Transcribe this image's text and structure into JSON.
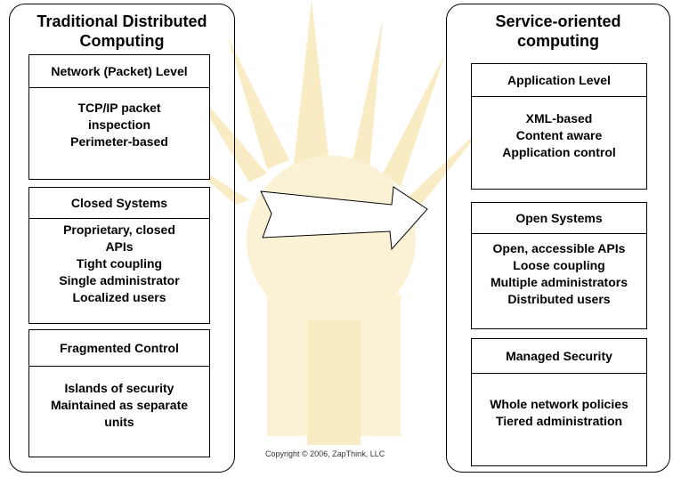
{
  "left": {
    "title": "Traditional Distributed\nComputing",
    "boxes": [
      {
        "header": "Network (Packet) Level",
        "lines": [
          "TCP/IP packet",
          "inspection",
          "Perimeter-based"
        ]
      },
      {
        "header": "Closed Systems",
        "lines": [
          "Proprietary, closed",
          "APIs",
          "Tight coupling",
          "Single administrator",
          "Localized users"
        ]
      },
      {
        "header": "Fragmented Control",
        "lines": [
          "Islands of security",
          "Maintained as separate",
          "units"
        ]
      }
    ]
  },
  "right": {
    "title": "Service-oriented\ncomputing",
    "boxes": [
      {
        "header": "Application Level",
        "lines": [
          "XML-based",
          "Content aware",
          "Application control"
        ]
      },
      {
        "header": "Open Systems",
        "lines": [
          "Open, accessible APIs",
          "Loose coupling",
          "Multiple administrators",
          "Distributed users"
        ]
      },
      {
        "header": "Managed Security",
        "lines": [
          "Whole network policies",
          "Tiered administration"
        ]
      }
    ]
  },
  "copyright": "Copyright © 2006, ZapThink, LLC",
  "colors": {
    "watermark": "#f9ecc4",
    "border": "#000000"
  },
  "icons": {
    "arrow": "right-arrow-icon",
    "watermark": "sunburst-logo-watermark"
  }
}
